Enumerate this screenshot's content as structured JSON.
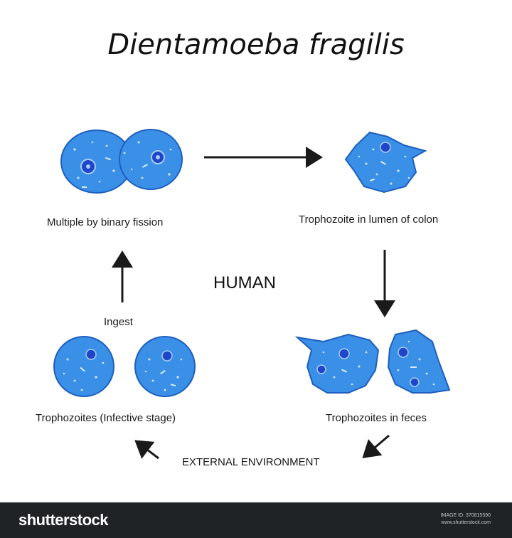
{
  "title": "Dientamoeba fragilis",
  "labels": {
    "binary_fission": "Multiple by binary fission",
    "lumen": "Trophozoite in lumen of colon",
    "host": "HUMAN",
    "ingest": "Ingest",
    "infective": "Trophozoites (Infective stage)",
    "feces": "Trophozoites in feces",
    "environment": "EXTERNAL ENVIRONMENT"
  },
  "footer": {
    "logo": "shutterstock",
    "image_id": "IMAGE ID: 370815590",
    "site": "www.shutterstock.com"
  },
  "colors": {
    "cell_fill": "#3a8fe6",
    "cell_edge": "#1e5fbf",
    "nucleus": "#1f45c9",
    "arrow": "#1a1a1a"
  }
}
